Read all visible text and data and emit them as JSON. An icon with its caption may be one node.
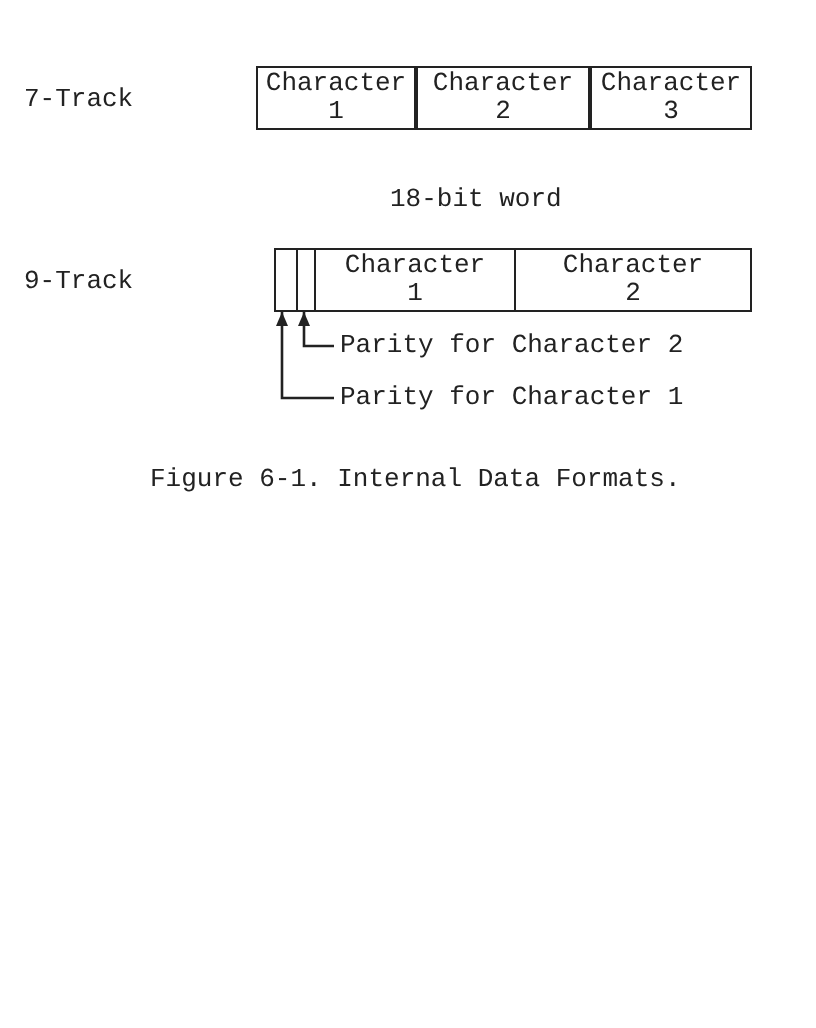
{
  "diagram": {
    "caption": "Figure 6-1.  Internal Data Formats.",
    "nodes": [
      {
        "text": [
          "Character 1"
        ]
      },
      {
        "text": [
          "Character 2"
        ]
      },
      {
        "text": [
          "Character 3"
        ]
      },
      {
        "text": [],
        "shape": "box"
      },
      {
        "text": [],
        "shape": "box"
      },
      {
        "text": [
          "Character 1"
        ]
      },
      {
        "text": [
          "Character 2"
        ]
      },
      {
        "text": [
          "Parity for Character 2"
        ]
      },
      {
        "text": [
          "Parity for Character 1"
        ]
      }
    ],
    "edges": [
      {
        "from": 7,
        "to": 4,
        "arrow": "to"
      },
      {
        "from": 8,
        "to": 3,
        "arrow": "to"
      }
    ],
    "labels": [
      "7-Track",
      "18-bit word",
      "9-Track"
    ]
  }
}
